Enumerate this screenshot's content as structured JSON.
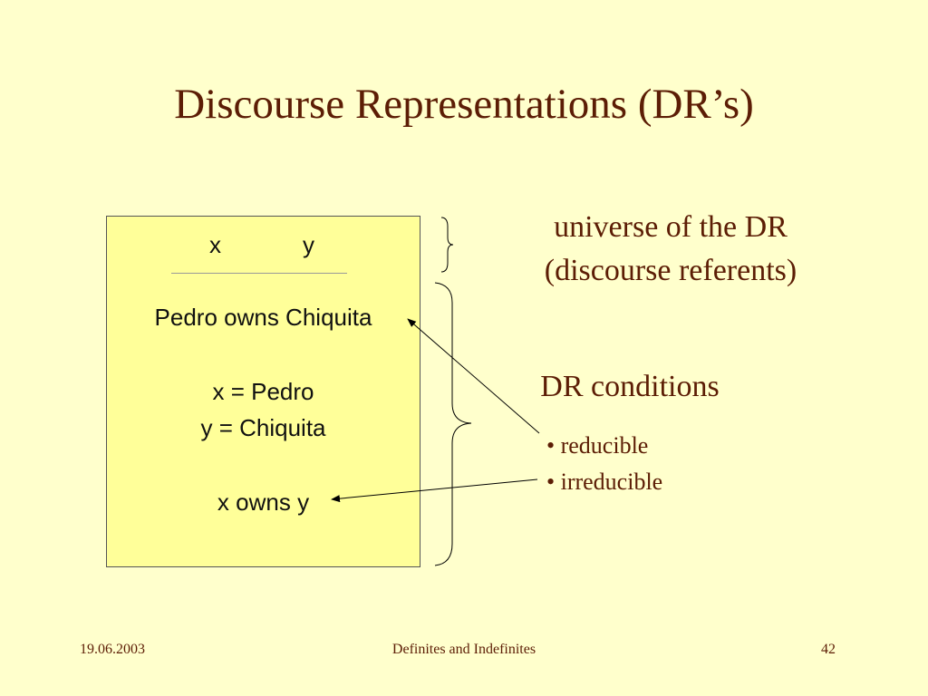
{
  "title": "Discourse Representations (DR’s)",
  "drs": {
    "referents": [
      "x",
      "y"
    ],
    "conditions": [
      "Pedro owns Chiquita",
      "x = Pedro",
      "y = Chiquita",
      "x owns y"
    ]
  },
  "labels": {
    "universe_line1": "universe of the DR",
    "universe_line2": "(discourse referents)",
    "conditions": "DR conditions",
    "bullet_reducible": "• reducible",
    "bullet_irreducible": "• irreducible"
  },
  "footer": {
    "date": "19.06.2003",
    "center": "Definites and Indefinites",
    "page": "42"
  },
  "colors": {
    "background": "#ffffcc",
    "box_fill": "#ffff99",
    "title_text": "#5c1d05"
  }
}
